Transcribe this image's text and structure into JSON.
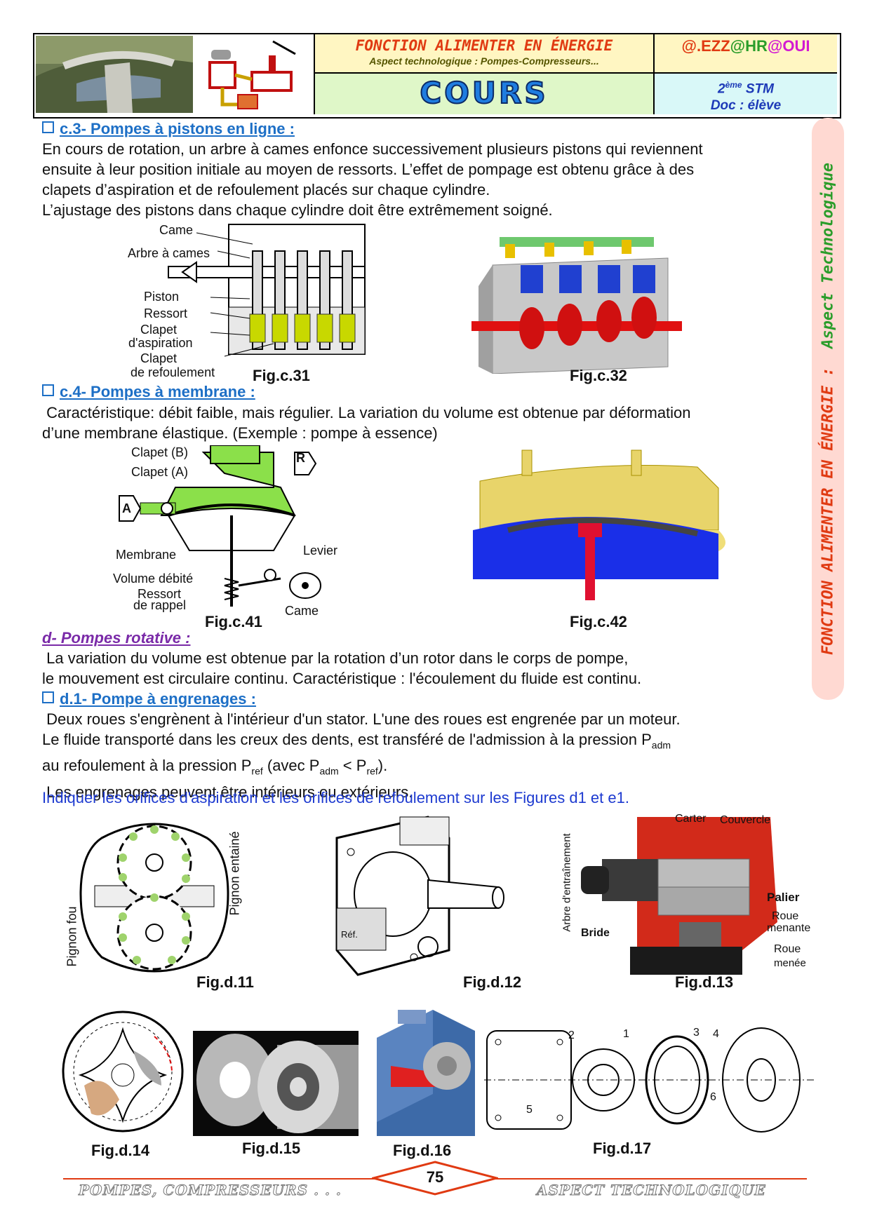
{
  "header": {
    "title": "FONCTION ALIMENTER EN ÉNERGIE",
    "subtitle": "Aspect technologique : Pompes-Compresseurs...",
    "cours": "COURS",
    "author_parts": [
      "@.EZZ",
      "@HR",
      "@OUI"
    ],
    "level_sup": "ème",
    "level_num": "2",
    "level_name": "STM",
    "doc": "Doc : élève"
  },
  "side_banner": {
    "part1": "FONCTION ALIMENTER EN ÉNERGIE :",
    "part2": "Aspect Technologique"
  },
  "sections": {
    "c3": {
      "title": "c.3- Pompes à pistons en ligne :",
      "text1": "En cours de rotation, un arbre à cames enfonce successivement plusieurs pistons qui reviennent",
      "text2": "ensuite à leur position initiale au moyen de ressorts. L’effet de pompage est obtenu grâce à des",
      "text3": "clapets d’aspiration et de refoulement placés sur chaque cylindre.",
      "text4": "L’ajustage des pistons dans chaque cylindre doit être extrêmement soigné.",
      "labels": {
        "came": "Came",
        "arbre": "Arbre à cames",
        "piston": "Piston",
        "ressort": "Ressort",
        "clapet_asp1": "Clapet",
        "clapet_asp2": "d'aspiration",
        "clapet_ref1": "Clapet",
        "clapet_ref2": "de refoulement"
      },
      "fig1": "Fig.c.31",
      "fig2": "Fig.c.32"
    },
    "c4": {
      "title": "c.4- Pompes à membrane :",
      "text1": "Caractéristique: débit faible, mais régulier. La variation du volume est obtenue par déformation",
      "text2": "d’une membrane élastique. (Exemple : pompe à essence)",
      "labels": {
        "clapet_b": "Clapet (B)",
        "clapet_a": "Clapet (A)",
        "r": "R",
        "a": "A",
        "membrane": "Membrane",
        "levier": "Levier",
        "volume": "Volume débité",
        "ressort1": "Ressort",
        "ressort2": "de rappel",
        "came": "Came"
      },
      "fig1": "Fig.c.41",
      "fig2": "Fig.c.42"
    },
    "d": {
      "title": "d- Pompes rotative :",
      "text1": "La variation du volume est obtenue par la rotation d’un rotor dans le corps de pompe,",
      "text2": "le mouvement est circulaire continu. Caractéristique : l'écoulement du fluide est continu."
    },
    "d1": {
      "title": "d.1- Pompe à engrenages :",
      "text1": "Deux roues s'engrènent à l'intérieur d'un stator. L'une des roues est engrenée par un moteur.",
      "text2a": "Le fluide transporté dans les creux des dents, est transféré de l'admission à la pression P",
      "text2b": "adm",
      "text3a": "au refoulement à la pression P",
      "text3b": "ref",
      "text3c": " (avec P",
      "text3d": "adm",
      "text3e": " < P",
      "text3f": "ref",
      "text3g": ").",
      "text4": "Les engrenages peuvent être intérieurs ou extérieurs.",
      "instruction": "Indiquer les orifices d'aspiration et les orifices de refoulement sur les Figures d1 et e1."
    }
  },
  "gear_figs": {
    "d11_left": "Pignon fou",
    "d11_right": "Pignon entainé",
    "d12_ref": "Réf.",
    "d13_carter": "Carter",
    "d13_couvercle": "Couvercle",
    "d13_arbre": "Arbre d'entraînement",
    "d13_palier": "Palier",
    "d13_roue1": "Roue",
    "d13_roue1b": "menante",
    "d13_roue2": "Roue",
    "d13_roue2b": "menée",
    "d13_bride": "Bride",
    "fig_d11": "Fig.d.11",
    "fig_d12": "Fig.d.12",
    "fig_d13": "Fig.d.13",
    "fig_d14": "Fig.d.14",
    "fig_d15": "Fig.d.15",
    "fig_d16": "Fig.d.16",
    "fig_d17": "Fig.d.17",
    "d17_nums": [
      "1",
      "2",
      "3",
      "4",
      "5",
      "6"
    ]
  },
  "footer": {
    "left": "POMPES, COMPRESSEURS . . .",
    "page": "75",
    "right": "ASPECT TECHNOLOGIQUE"
  },
  "colors": {
    "title_red": "#e03a12",
    "heading_blue": "#1d6fc6",
    "instruction_blue": "#1d3ad0",
    "rotary_violet": "#7a2aa8"
  }
}
